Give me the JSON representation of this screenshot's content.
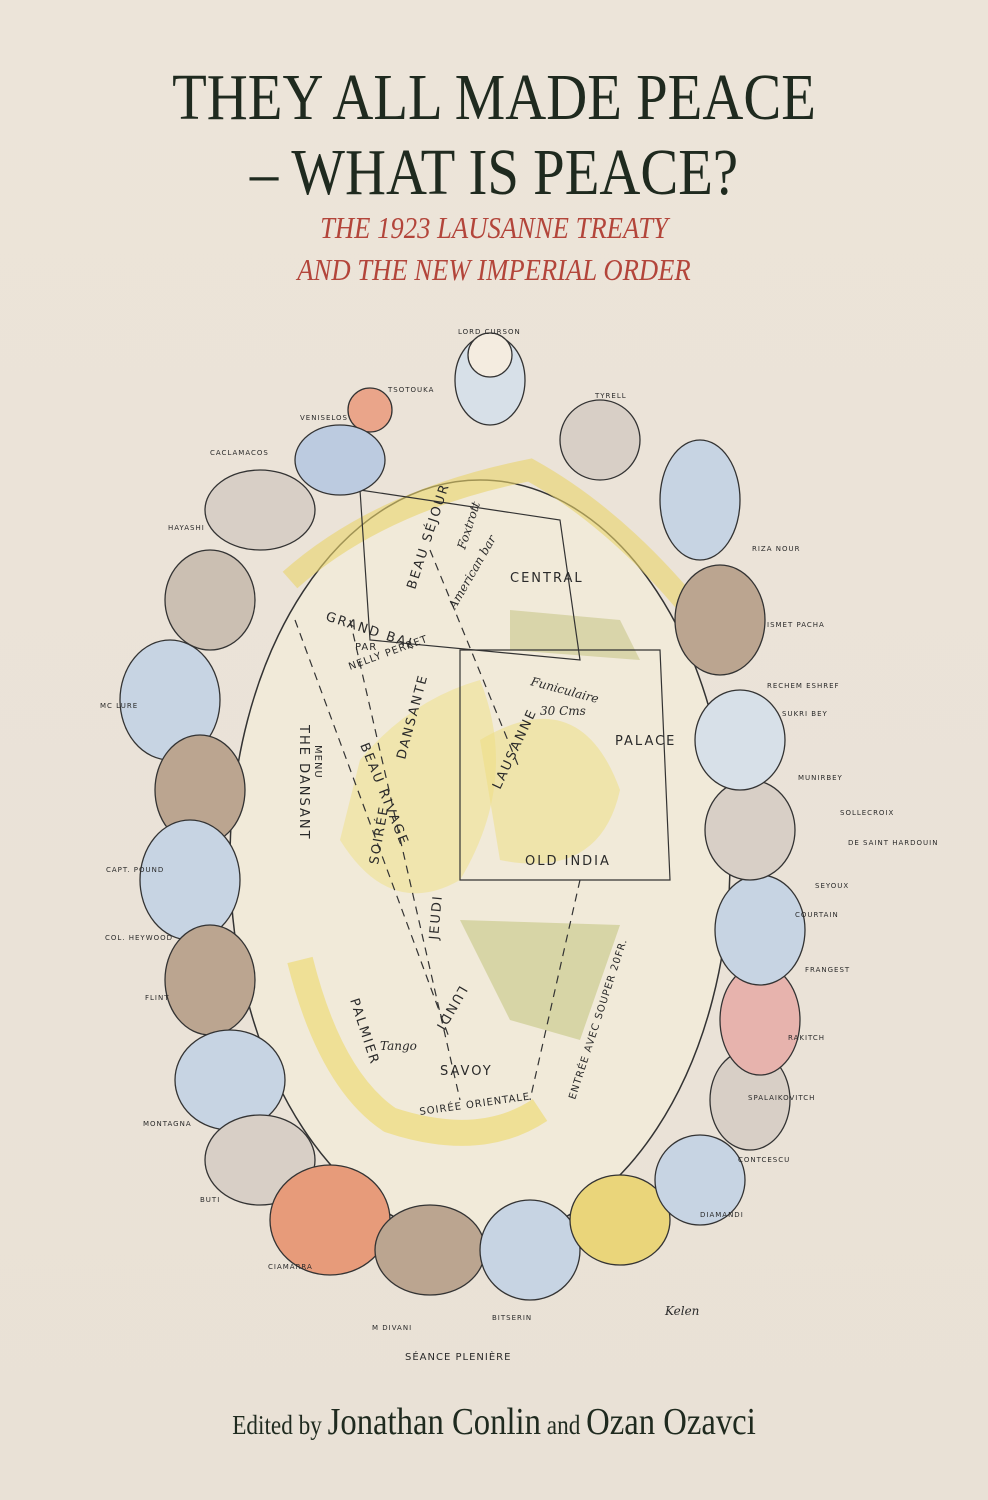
{
  "cover": {
    "background": "#ebe3d8",
    "title_color": "#1f2a1f",
    "subtitle_color": "#b3453a",
    "title_line1": "THEY ALL MADE PEACE",
    "title_line2": "– WHAT IS PEACE?",
    "subtitle_line1": "THE 1923 LAUSANNE TREATY",
    "subtitle_line2": "AND THE NEW IMPERIAL ORDER",
    "editors": {
      "prefix": "Edited by ",
      "editor1": "Jonathan Conlin",
      "joiner": " and ",
      "editor2": "Ozan Ozavci"
    }
  },
  "illustration": {
    "caption": "SÉANCE PLENIÈRE",
    "signature": "Kelen",
    "delegate_labels": {
      "top": "LORD CURSON",
      "tyrell": "TYRELL",
      "tsoutouka": "TSOTOUKA",
      "venizelos": "VENISELOS",
      "caclamanos": "CACLAMACOS",
      "hayashi": "HAYASHI",
      "riza_nour": "RIZA NOUR",
      "ismet_pacha": "ISMET PACHA",
      "rechem_eshref": "RECHEM ESHREF",
      "sukri_bey": "SUKRI BEY",
      "munir_bey": "MUNIRBEY",
      "sollecroix": "SOLLECROIX",
      "saint_hardouin": "DE SAINT HARDOUIN",
      "seyoux": "SEYOUX",
      "courtain": "COURTAIN",
      "frangest": "FRANGEST",
      "mcclure": "MC LURE",
      "capt_pound": "CAPT. POUND",
      "col_heywood": "COL. HEYWOOD",
      "flint": "FLINT",
      "montagna": "MONTAGNA",
      "buti": "BUTI",
      "ciamarra": "CIAMARRA",
      "mdivani": "M DIVANI",
      "bitserin": "BITSERIN",
      "diamandi": "DIAMANDI",
      "contescu": "CONTCESCU",
      "spalaikovitch": "SPALAIKOVITCH",
      "rakitch": "RAKITCH"
    },
    "map_labels": {
      "beau_sejour": "BEAU SÉJOUR",
      "foxtrott": "Foxtrott",
      "american_bar": "American bar",
      "central": "CENTRAL",
      "grand_bal": "GRAND BAL",
      "par": "PAR",
      "nelly_perret": "NELLY PERRET",
      "funiculaire": "Funiculaire",
      "price": "30 Cms",
      "dansante": "DANSANTE",
      "soiree": "SOIRÉE",
      "beau_rivage": "BEAU RIVAGE",
      "the_dansant": "THE DANSANT",
      "menu": "MENU",
      "lausanne": "LAUSANNE",
      "palace": "PALACE",
      "old_india": "OLD INDIA",
      "jeudi": "JEUDI",
      "lundi": "LUNDI",
      "entree": "ENTRÉE AVEC SOUPER 20FR.",
      "palmier": "PALMIER",
      "tango": "Tango",
      "savoy": "SAVOY",
      "soiree_orientale": "SOIRÉE ORIENTALE"
    }
  }
}
